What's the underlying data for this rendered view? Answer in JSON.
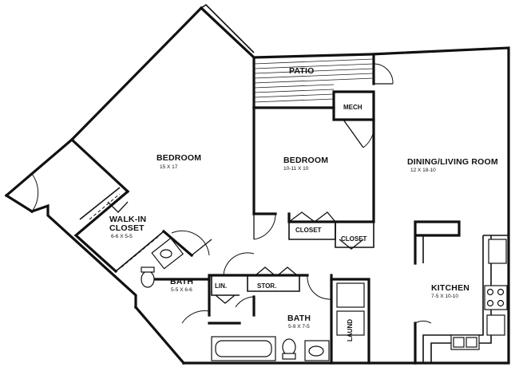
{
  "rooms": {
    "bedroom_main": {
      "name": "BEDROOM",
      "dims": "15 X 17"
    },
    "bedroom_2": {
      "name": "BEDROOM",
      "dims": "10-11 X 10"
    },
    "dining_living": {
      "name": "DINING/LIVING ROOM",
      "dims": "12 X 18-10"
    },
    "patio": {
      "name": "PATIO"
    },
    "mech": {
      "name": "MECH"
    },
    "walkin_closet": {
      "name_line1": "WALK-IN",
      "name_line2": "CLOSET",
      "dims": "6-6 X 5-5"
    },
    "bath_1": {
      "name": "BATH",
      "dims": "5-5 X 6-6"
    },
    "bath_2": {
      "name": "BATH",
      "dims": "5-9 X 7-5"
    },
    "kitchen": {
      "name": "KITCHEN",
      "dims": "7-5 X 10-10"
    },
    "closet_a": {
      "name": "CLOSET"
    },
    "closet_b": {
      "name": "CLOSET"
    },
    "linen": {
      "name": "LIN."
    },
    "storage": {
      "name": "STOR."
    },
    "laundry": {
      "name": "LAUND"
    }
  }
}
